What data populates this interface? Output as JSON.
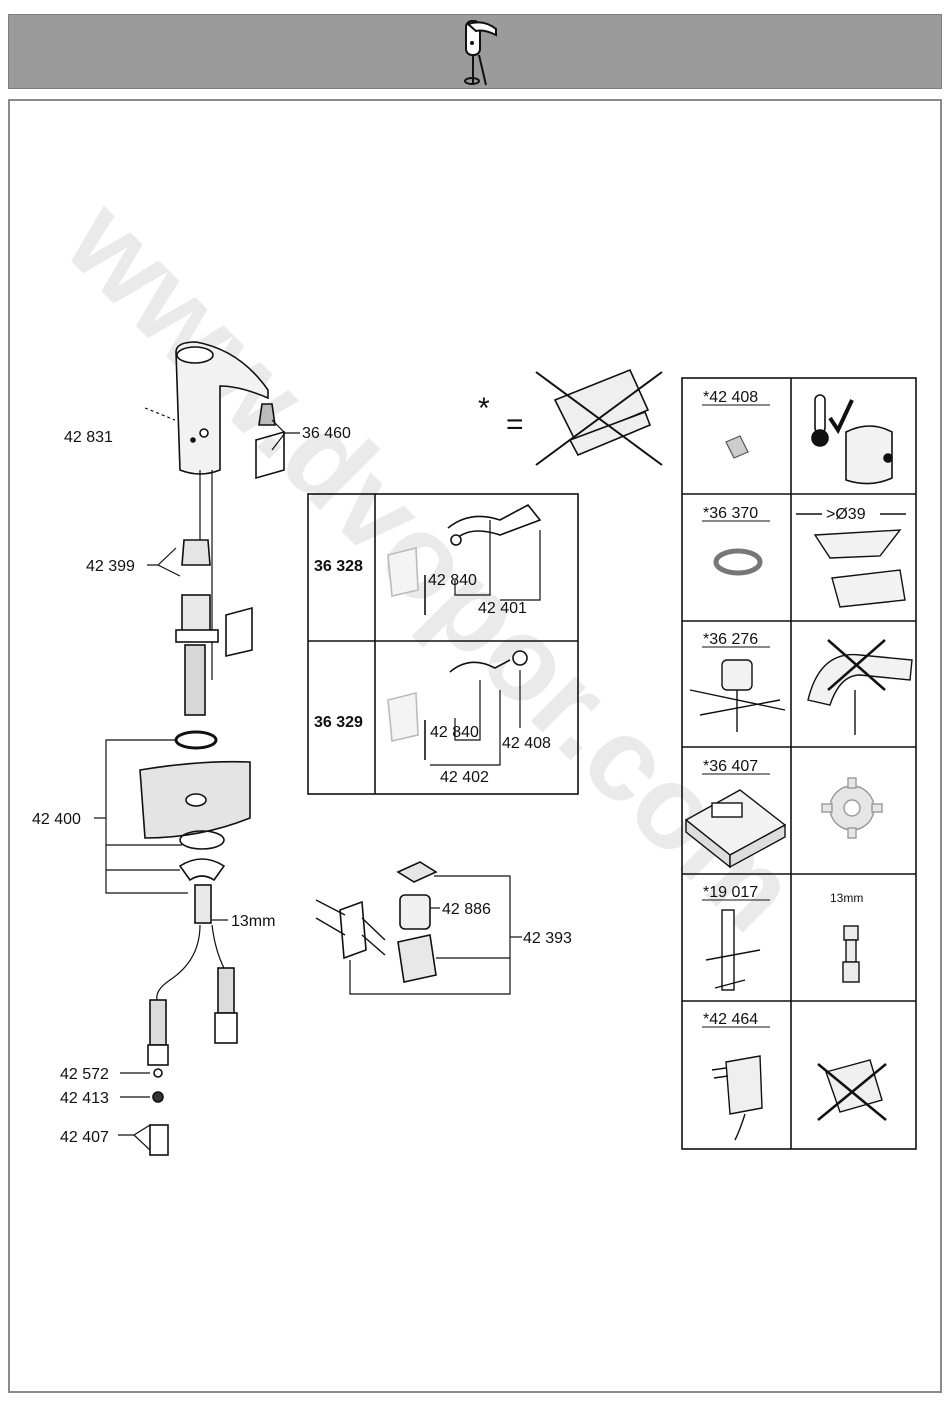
{
  "watermark": "www.dvopor.com",
  "header": {
    "icon": "faucet-sensor-icon"
  },
  "main_parts": {
    "screw": "42 831",
    "aerator": "36 460",
    "solenoid": "42 399",
    "mounting_set": "42 400",
    "wrench_size": "13mm",
    "gasket": "42 572",
    "filter": "42 413",
    "connector": "42 407"
  },
  "not_included": {
    "asterisk": "*",
    "equals": "="
  },
  "variants": [
    {
      "model": "36 328",
      "part_a": "42 840",
      "part_b": "42 401"
    },
    {
      "model": "36 329",
      "part_a": "42 840",
      "part_b": "42 402",
      "part_c": "42 408"
    }
  ],
  "electronics": {
    "battery_module": "42 886",
    "power_box": "42 393"
  },
  "accessories": [
    {
      "code": "*42 408",
      "right_icon": "thermometer-check-icon"
    },
    {
      "code": "*36 370",
      "right_label": ">Ø39"
    },
    {
      "code": "*36 276",
      "right_icon": "crossed-mixer-icon"
    },
    {
      "code": "*36 407",
      "right_icon": "gear-icon"
    },
    {
      "code": "*19 017",
      "right_label": "13mm"
    },
    {
      "code": "*42 464",
      "right_icon": "crossed-box-icon"
    }
  ]
}
